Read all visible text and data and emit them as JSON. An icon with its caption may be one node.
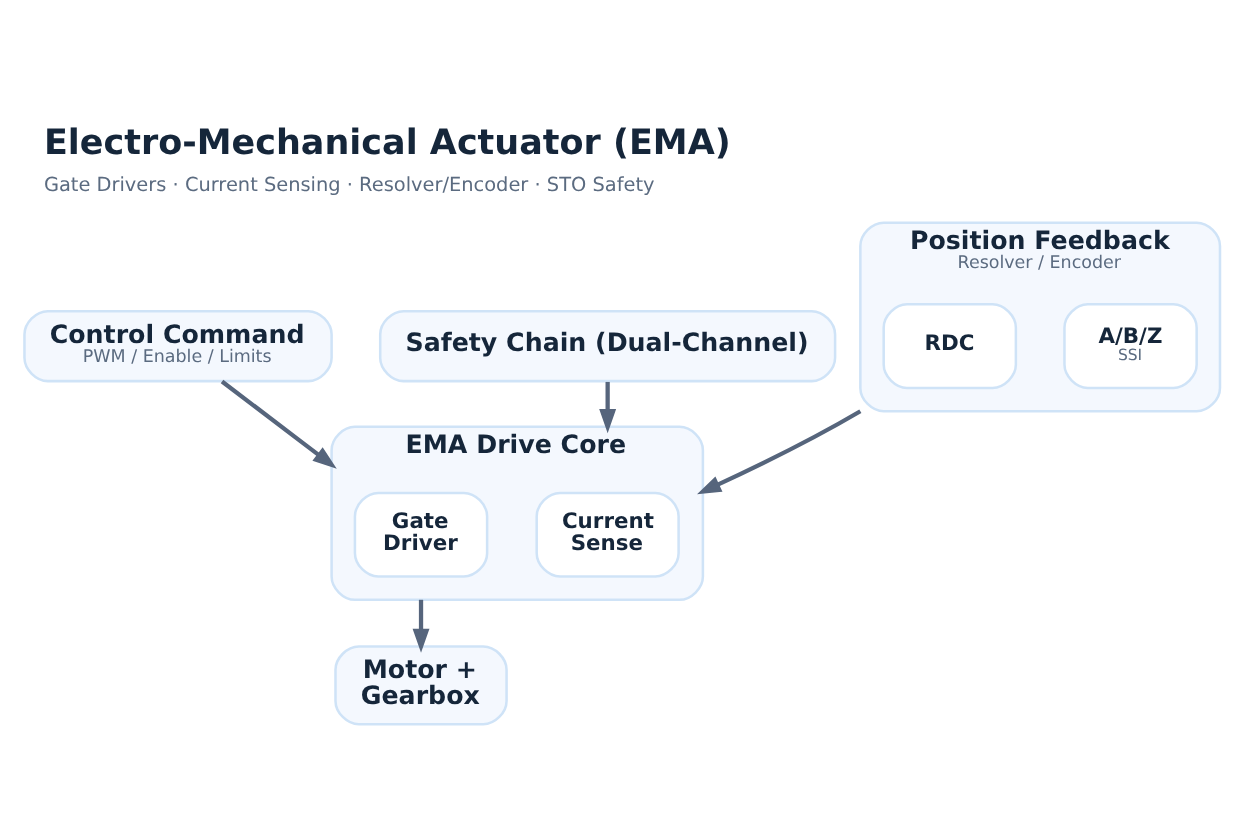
{
  "diagram": {
    "title": "Electro-Mechanical Actuator (EMA)",
    "caption": "Gate Drivers · Current Sensing · Resolver/Encoder · STO Safety",
    "nodes": [
      {
        "text": [
          "Control Command",
          "PWM / Enable / Limits"
        ]
      },
      {
        "text": [
          "EMA Drive Core"
        ]
      },
      {
        "text": [
          "Gate Driver"
        ],
        "in": 1
      },
      {
        "text": [
          "Current Sense"
        ],
        "in": 1
      },
      {
        "text": [
          "Safety Chain (Dual-Channel)"
        ]
      },
      {
        "text": [
          "Position Feedback",
          "Resolver / Encoder"
        ]
      },
      {
        "text": [
          "RDC"
        ],
        "in": 5
      },
      {
        "text": [
          "A/B/Z",
          "SSI"
        ],
        "in": 5
      },
      {
        "text": [
          "Motor + Gearbox"
        ]
      }
    ],
    "edges": [
      {
        "from": 0,
        "to": 1,
        "arrow": "to"
      },
      {
        "from": 4,
        "to": 1,
        "arrow": "to"
      },
      {
        "from": 5,
        "to": 1,
        "arrow": "to"
      },
      {
        "from": 1,
        "to": 8,
        "arrow": "to"
      }
    ]
  }
}
